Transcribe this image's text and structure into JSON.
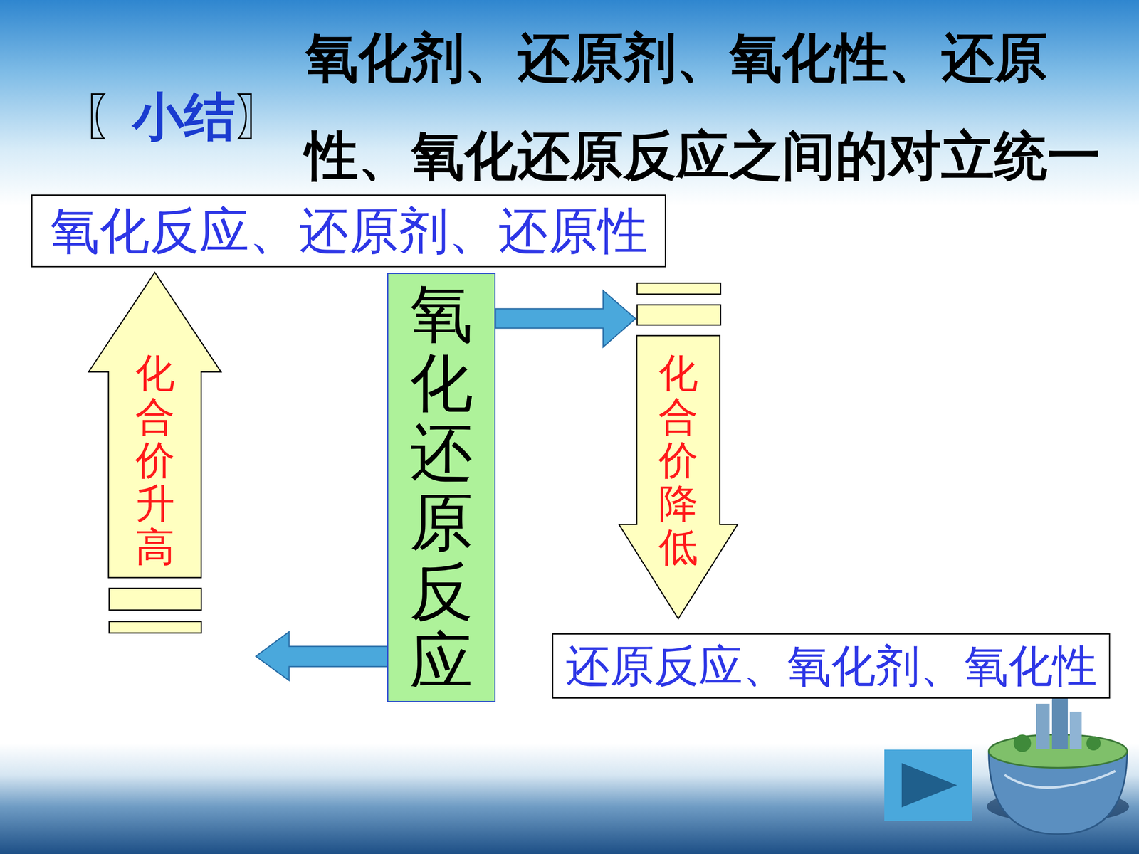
{
  "diagram": {
    "title": "氧化剂、还原剂、氧化性、还原性、氧化还原反应之间的对立统一",
    "nodes": [
      {
        "text": [
          "氧化反应、还原剂、还原性"
        ]
      },
      {
        "text": [
          "氧化还原反应"
        ]
      },
      {
        "text": [
          "还原反应、氧化剂、氧化性"
        ]
      },
      {
        "text": [
          "化合价升高"
        ]
      },
      {
        "text": [
          "化合价降低"
        ]
      }
    ],
    "labels": [
      "〖",
      "小结",
      "〗"
    ]
  }
}
